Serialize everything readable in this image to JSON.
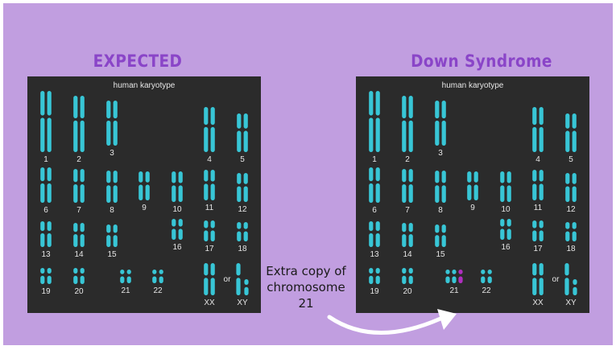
{
  "headings": {
    "left": "EXPECTED",
    "right": "Down Syndrome"
  },
  "panel_title": "human karyotype",
  "labels": [
    "1",
    "2",
    "3",
    "4",
    "5",
    "6",
    "7",
    "8",
    "9",
    "10",
    "11",
    "12",
    "13",
    "14",
    "15",
    "16",
    "17",
    "18",
    "19",
    "20",
    "21",
    "22",
    "XX",
    "XY"
  ],
  "or_label": "or",
  "annotation": {
    "lines": [
      "Extra copy of",
      "chromosome",
      "21"
    ]
  },
  "colors": {
    "background": "#c19ee0",
    "heading": "#8a45c8",
    "panel": "#2b2b2b",
    "chromosome": "#38c6d6",
    "extra_chromosome": "#b02fc0",
    "label": "#e6e6e6",
    "arrow": "#ffffff"
  }
}
